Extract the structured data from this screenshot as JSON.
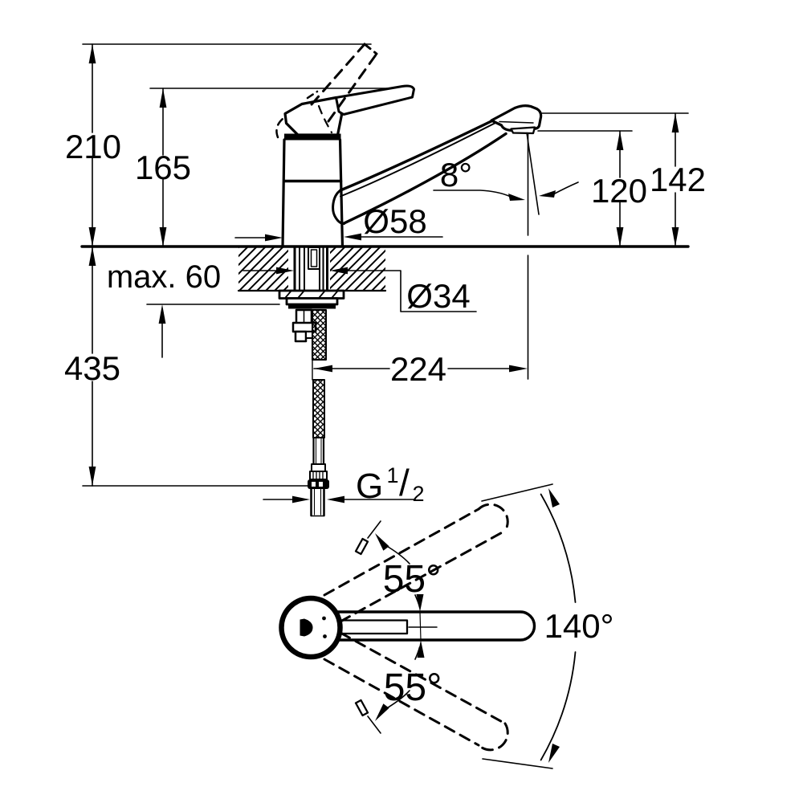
{
  "drawing_type": "faucet-installation-dimension-drawing",
  "front_view": {
    "dim_total_height": "210",
    "dim_handle_height": "165",
    "dim_below_counter": "435",
    "dim_max_counter_thickness": "max. 60",
    "dim_base_diameter": "Ø58",
    "dim_hole_diameter": "Ø34",
    "dim_spout_angle": "8°",
    "dim_outlet_height": "120",
    "dim_spout_top_height": "142",
    "dim_projection": "224",
    "thread": {
      "letter": "G",
      "sup": "1",
      "slash": "/",
      "sub": "2"
    }
  },
  "top_view": {
    "angle_handle_up": "55°",
    "angle_handle_down": "55°",
    "angle_swivel": "140°"
  },
  "colors": {
    "ink": "#000000",
    "paper": "#ffffff"
  }
}
